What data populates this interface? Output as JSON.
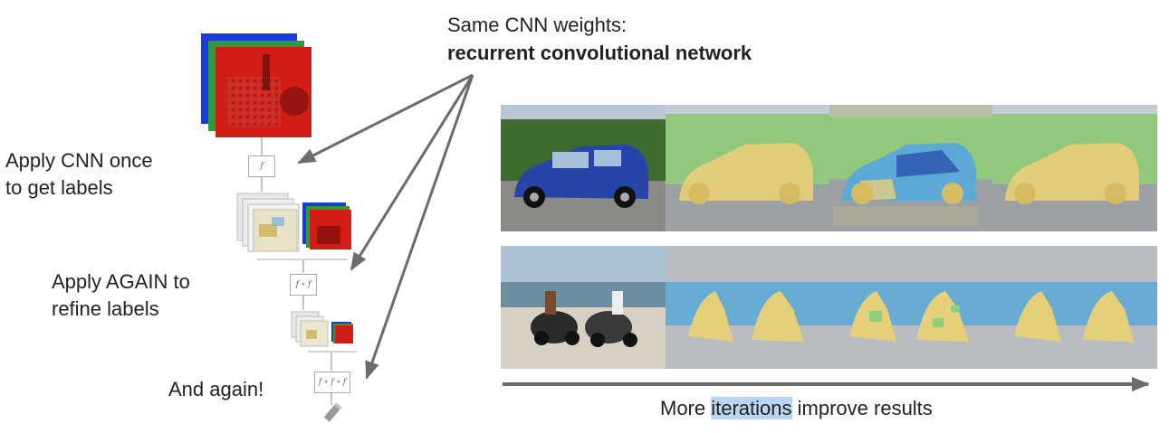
{
  "header": {
    "line1": "Same CNN weights:",
    "line2": "recurrent convolutional network"
  },
  "steps": {
    "step1": [
      "Apply CNN once",
      "to get labels"
    ],
    "step2": [
      "Apply AGAIN to",
      "refine labels"
    ],
    "step3": "And again!"
  },
  "function_boxes": {
    "f1": "f",
    "f2": "f ∘ f",
    "f3": "f ∘ f ∘ f"
  },
  "caption": {
    "before": "More ",
    "highlight": "iterations",
    "after": " improve results"
  },
  "colors": {
    "arrow": "#6b6b6b",
    "label_yellow": "#e6cf7a",
    "label_green": "#8fcf78",
    "label_blue": "#5aa9d6",
    "highlight": "#b9d6f5",
    "car_blue": "#2546a8"
  },
  "icons": [
    "rgb-input-stack",
    "feature-map-stack",
    "output-label-stack",
    "arrow",
    "pencil-icon"
  ]
}
